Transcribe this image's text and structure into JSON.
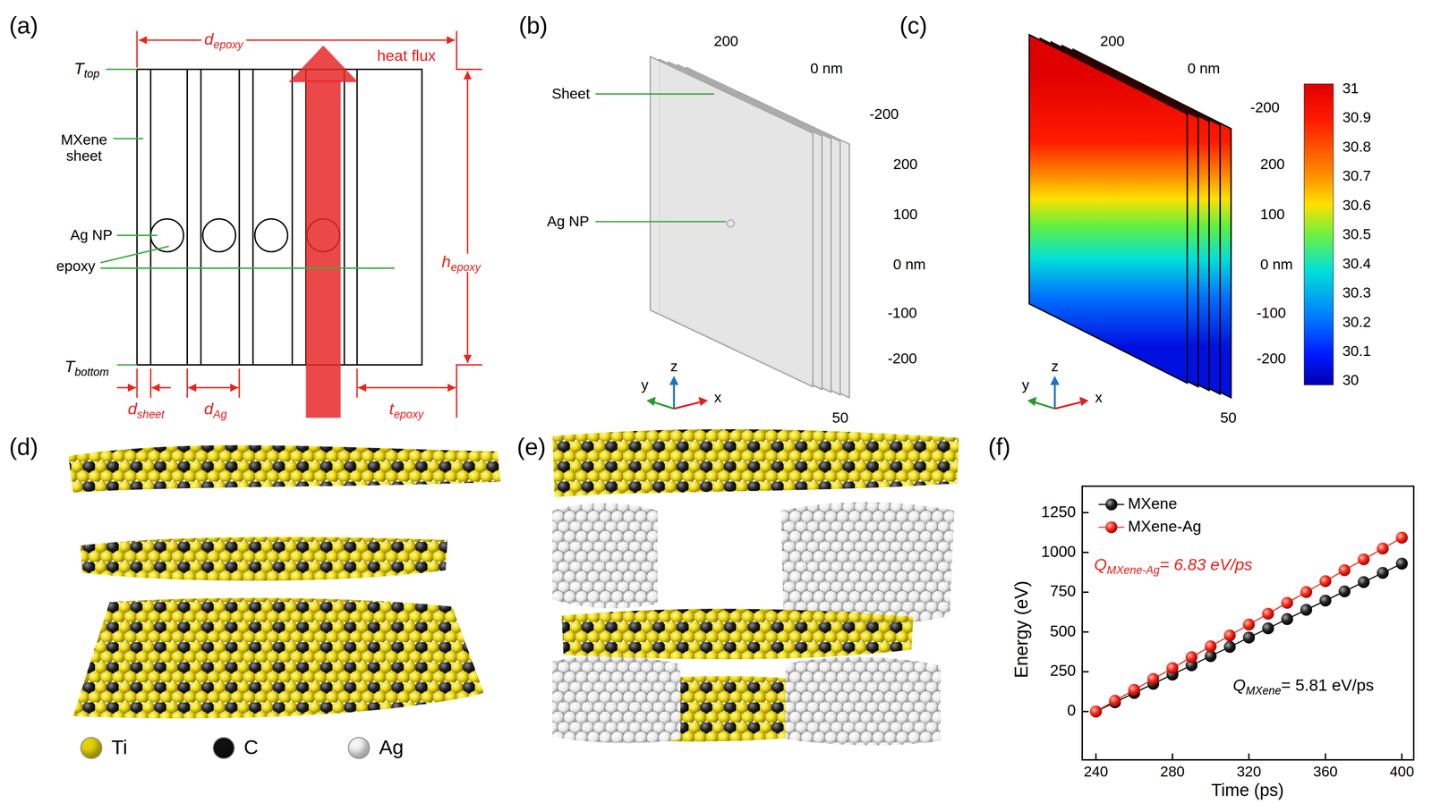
{
  "diagram": {
    "labels": [
      "(a)",
      "d",
      "epoxy",
      "heat flux",
      "T",
      "top",
      "MXene sheet",
      "Ag NP",
      "epoxy",
      "T",
      "bottom",
      "h",
      "epoxy",
      "d",
      "sheet",
      "d",
      "Ag",
      "t",
      "epoxy",
      "(b)",
      "200",
      "0 nm",
      "-200",
      "Sheet",
      "Ag NP",
      "200",
      "100",
      "0 nm",
      "-100",
      "-200",
      "y",
      "z",
      "x",
      "50",
      "(c)",
      "200",
      "0 nm",
      "-200",
      "200",
      "100",
      "0 nm",
      "-100",
      "-200",
      "y",
      "z",
      "x",
      "50",
      "31",
      "30.9",
      "30.8",
      "30.7",
      "30.6",
      "30.5",
      "30.4",
      "30.3",
      "30.2",
      "30.1",
      "30",
      "(d)",
      "(e)",
      "(f)",
      "Energy (eV)",
      "Time (ps)",
      "0",
      "250",
      "500",
      "750",
      "1000",
      "1250",
      "240",
      "280",
      "320",
      "360",
      "400",
      "Q",
      "MXene-Ag",
      "= 6.83 eV/ps",
      "Q",
      "MXene",
      "= 5.81 eV/ps"
    ],
    "legend": [
      {
        "text": "Ti",
        "color": "#e6d200"
      },
      {
        "text": "C",
        "color": "#111111"
      },
      {
        "text": "Ag",
        "color": "#f4f4f4"
      },
      {
        "text": "MXene"
      },
      {
        "text": "MXene-Ag"
      }
    ]
  }
}
